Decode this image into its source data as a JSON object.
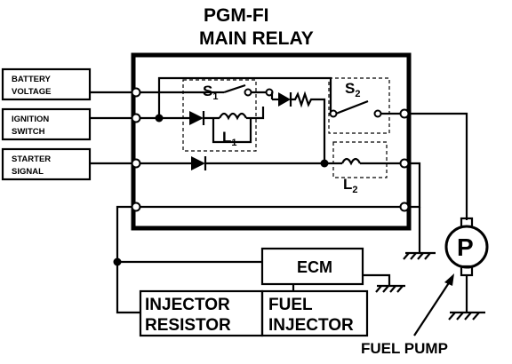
{
  "title": {
    "line1": "PGM-FI",
    "line2": "MAIN RELAY"
  },
  "inputs": {
    "battery": [
      "BATTERY",
      "VOLTAGE"
    ],
    "ignition": [
      "IGNITION",
      "SWITCH"
    ],
    "starter": [
      "STARTER",
      "SIGNAL"
    ]
  },
  "relay": {
    "s1": "S",
    "s1_sub": "1",
    "s2": "S",
    "s2_sub": "2",
    "l1": "L",
    "l1_sub": "1",
    "l2": "L",
    "l2_sub": "2"
  },
  "components": {
    "ecm": "ECM",
    "injector_resistor": [
      "INJECTOR",
      "RESISTOR"
    ],
    "fuel_injector": [
      "FUEL",
      "INJECTOR"
    ],
    "pump_letter": "P",
    "fuel_pump_label": "FUEL PUMP"
  }
}
